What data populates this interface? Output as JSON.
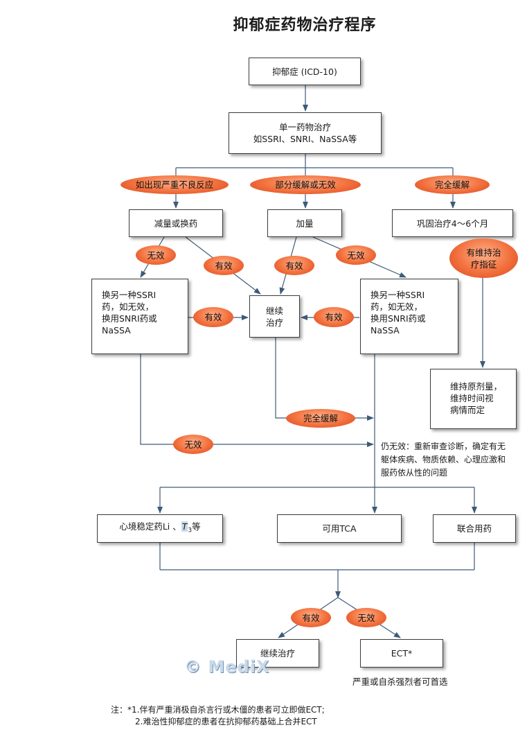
{
  "title": "抑郁症药物治疗程序",
  "nodes": {
    "start": "抑郁症 (ICD-10)",
    "single_drug_1": "单一药物治疗",
    "single_drug_2": "如SSRI、SNRI、NaSSA等",
    "reduce_switch": "减量或换药",
    "increase": "加量",
    "consolidate": "巩固治疗4～6个月",
    "switch_left": [
      "换另一种SSRI",
      "药，如无效，",
      "换用SNRI药或",
      "NaSSA"
    ],
    "continue_mid": [
      "继续",
      "治疗"
    ],
    "switch_right": [
      "换另一种SSRI",
      "药，如无效，",
      "换用SNRI药或",
      "NaSSA"
    ],
    "maintain_dose": [
      "维持原剂量，",
      "维持时间视",
      "病情而定"
    ],
    "still_ineffective": [
      "仍无效：重新审查诊断，确定有无",
      "躯体疾病、物质依赖、心理应激和",
      "服药依从性的问题"
    ],
    "mood_stabilizer_prefix": "心境稳定药Li 、",
    "mood_stabilizer_t": "T",
    "mood_stabilizer_sub": "3",
    "mood_stabilizer_suffix": "等",
    "tca": "可用TCA",
    "combo": "联合用药",
    "continue_bottom": "继续治疗",
    "ect": "ECT*",
    "ect_note": "严重或自杀强烈者可首选"
  },
  "labels": {
    "severe_adverse": "如出现严重不良反应",
    "partial": "部分缓解或无效",
    "full_remission_top": "完全缓解",
    "maintenance_indication": [
      "有维持治",
      "疗指征"
    ],
    "ineffective": "无效",
    "effective": "有效",
    "full_remission_mid": "完全缓解"
  },
  "watermark": "© MediX",
  "notes": {
    "line1": "注：*1.伴有严重消极自杀言行或木僵的患者可立即做ECT;",
    "line2": "2.难治性抑郁症的患者在抗抑郁药基础上合并ECT"
  },
  "colors": {
    "oval": "#f2703d",
    "line": "#3d5a78",
    "border": "#3b3b3b"
  }
}
